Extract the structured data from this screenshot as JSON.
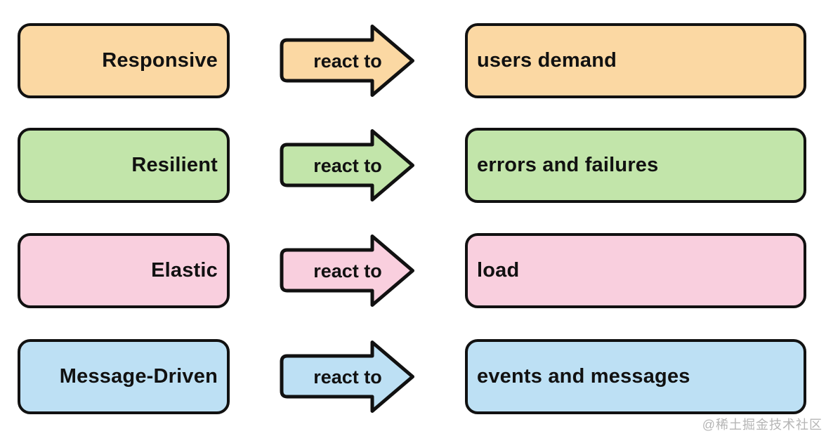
{
  "diagram": {
    "rows": [
      {
        "trait": "Responsive",
        "arrow_label": "react to",
        "target": "users demand",
        "fill": "#FBD8A3"
      },
      {
        "trait": "Resilient",
        "arrow_label": "react to",
        "target": "errors and failures",
        "fill": "#C2E5AA"
      },
      {
        "trait": "Elastic",
        "arrow_label": "react to",
        "target": "load",
        "fill": "#F9CFDE"
      },
      {
        "trait": "Message-Driven",
        "arrow_label": "react to",
        "target": "events and messages",
        "fill": "#BDE0F4"
      }
    ],
    "stroke_color": "#111111",
    "watermark": "@稀土掘金技术社区"
  }
}
